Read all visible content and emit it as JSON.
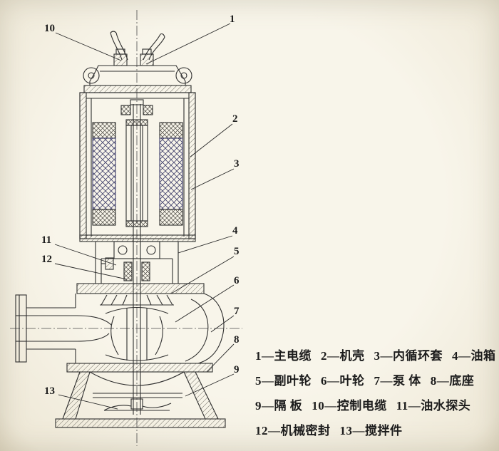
{
  "colors": {
    "paper": "#f8f5ea",
    "ink": "#2e2e2e",
    "coil_ink": "#3e3e6a"
  },
  "callouts": [
    "1",
    "2",
    "3",
    "4",
    "5",
    "6",
    "7",
    "8",
    "9",
    "10",
    "11",
    "12",
    "13"
  ],
  "legend": {
    "rows": [
      [
        "1—主电缆",
        "2—机壳",
        "3—内循环套",
        "4—油箱"
      ],
      [
        "5—副叶轮",
        "6—叶轮",
        "7—泵  体",
        "8—底座"
      ],
      [
        "9—隔  板",
        "10—控制电缆",
        "11—油水探头"
      ],
      [
        "12—机械密封",
        "13—搅拌件"
      ]
    ]
  }
}
